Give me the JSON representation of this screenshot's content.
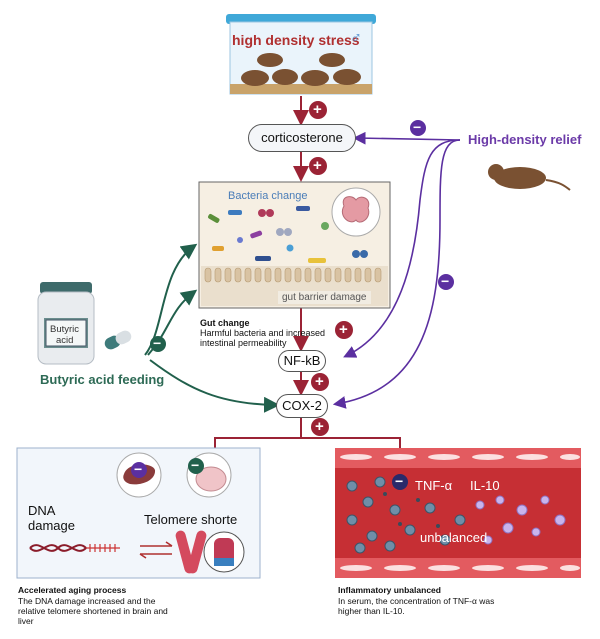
{
  "top": {
    "stress_label": "high density stress",
    "male_symbol": "♂",
    "corticosterone": "corticosterone"
  },
  "relief": {
    "label": "High-density relief"
  },
  "gut": {
    "bacteria_label": "Bacteria change",
    "barrier_label": "gut barrier damage",
    "heading": "Gut change",
    "desc": "Harmful bacteria and increased intestinal permeability"
  },
  "butyric": {
    "bottle_label_1": "Butyric",
    "bottle_label_2": "acid",
    "feeding_label": "Butyric acid feeding"
  },
  "pathway": {
    "nfkb": "NF-kB",
    "cox2": "COX-2"
  },
  "aging": {
    "dna_label_1": "DNA",
    "dna_label_2": "damage",
    "telomere_label": "Telomere shorte",
    "heading": "Accelerated aging process",
    "desc": "The DNA damage increased and the relative telomere shortened in brain and liver"
  },
  "inflammation": {
    "tnf": "TNF-α",
    "il10": "IL-10",
    "unbalanced": "unbalanced",
    "heading": "Inflammatory unbalanced",
    "desc": "In serum, the concentration of TNF-α was higher than IL-10."
  },
  "signs": {
    "plus": "+",
    "minus": "−"
  },
  "colors": {
    "activate": "#9b2335",
    "relief": "#5b2fa0",
    "butyrate": "#21604c",
    "vessel": "#b3262a"
  }
}
